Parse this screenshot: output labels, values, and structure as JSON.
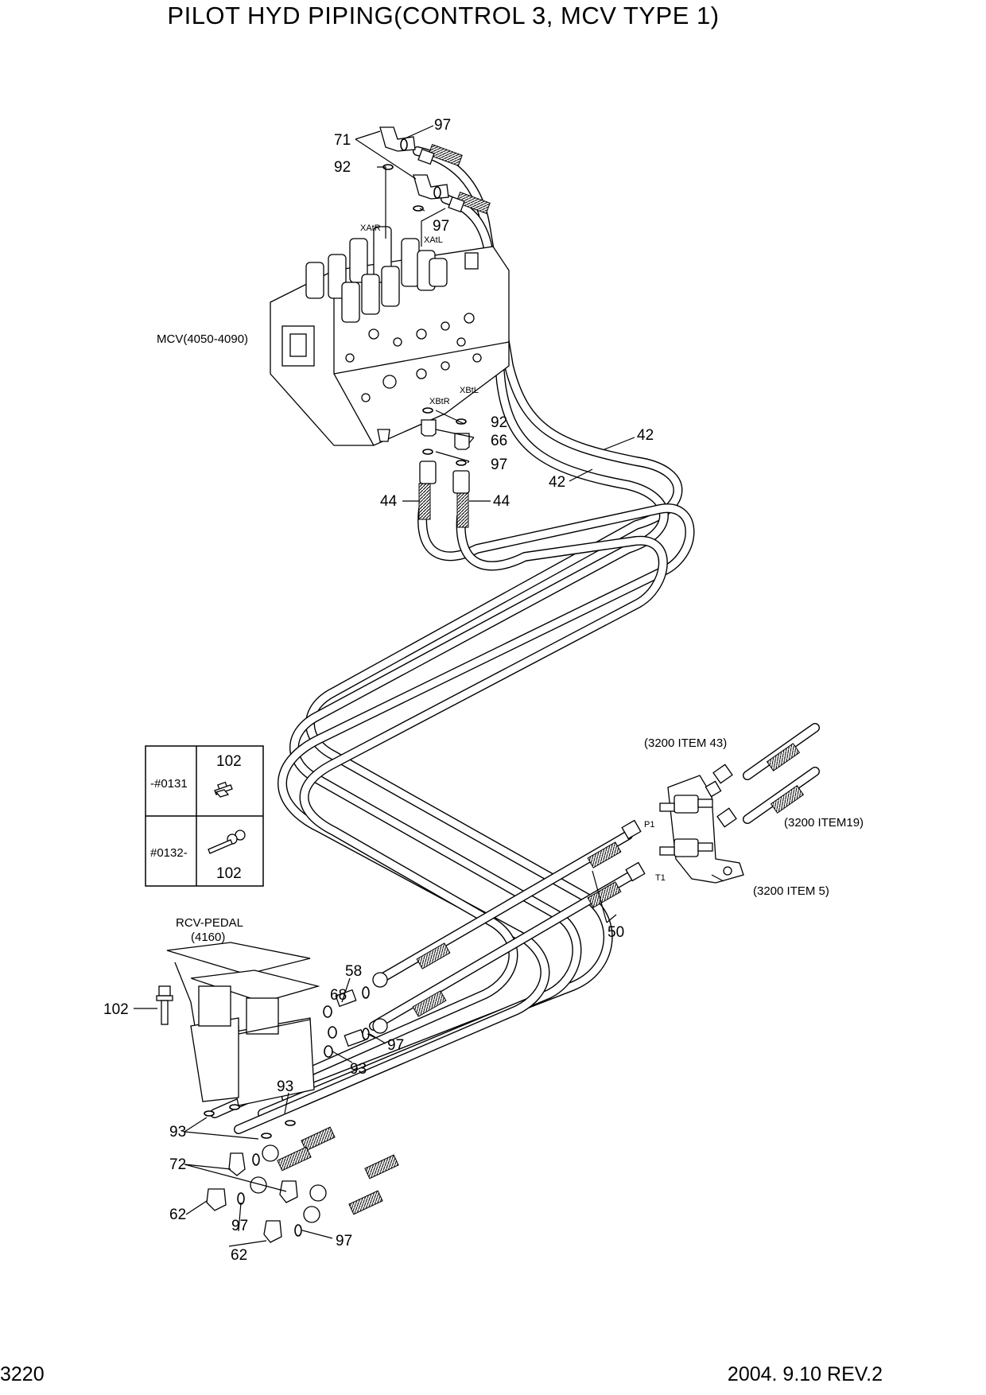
{
  "title": "PILOT HYD PIPING(CONTROL 3, MCV TYPE 1)",
  "page_number": "3220",
  "revision": "2004. 9.10  REV.2",
  "callouts": {
    "c71": "71",
    "c97a": "97",
    "c92a": "92",
    "c97b": "97",
    "xatr": "XAtR",
    "xatl": "XAtL",
    "mcv": "MCV(4050-4090)",
    "xbtl": "XBtL",
    "xbtr": "XBtR",
    "c92b": "92",
    "c66": "66",
    "c97c": "97",
    "c44a": "44",
    "c44b": "44",
    "c42a": "42",
    "c42b": "42",
    "item43": "(3200 ITEM 43)",
    "item19": "(3200 ITEM19)",
    "item5": "(3200 ITEM 5)",
    "p1": "P1",
    "t1": "T1",
    "c50": "50",
    "rcv": "RCV-PEDAL",
    "rcv_no": "(4160)",
    "c58": "58",
    "c68": "68",
    "c102": "102",
    "c97d": "97",
    "c93a": "93",
    "c93b": "93",
    "c93c": "93",
    "c72": "72",
    "c62a": "62",
    "c97e": "97",
    "c62b": "62",
    "c97f": "97"
  },
  "serial_table": {
    "header": "102",
    "row1_label": "-#0131",
    "row2_label": "#0132-",
    "footer": "102"
  }
}
